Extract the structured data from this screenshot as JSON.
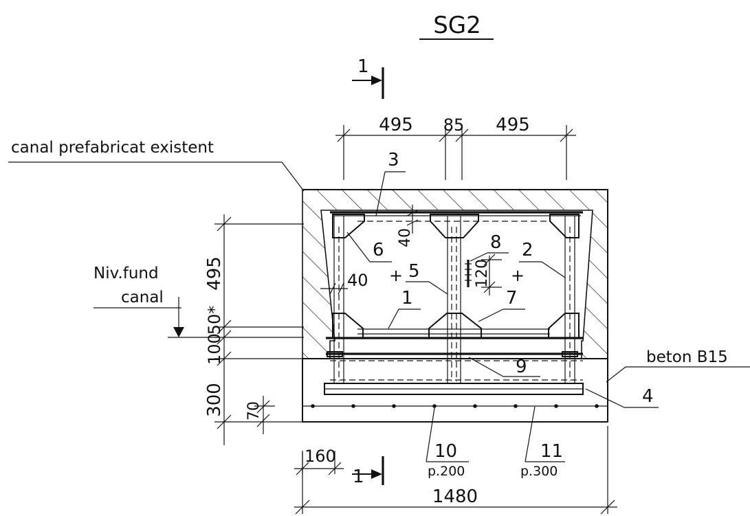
{
  "title": "SG2",
  "section_mark": {
    "number": "1"
  },
  "labels": {
    "existing_channel": "canal prefabricat existent",
    "channel_bottom_line1": "Niv.fund",
    "channel_bottom_line2": "canal",
    "concrete": "beton B15"
  },
  "dimensions": {
    "top_left": "495",
    "top_mid": "85",
    "top_right": "495",
    "left_height": "495",
    "left_gap": "50*",
    "left_100": "100",
    "left_300": "300",
    "left_70": "70",
    "inner_40_top": "40",
    "inner_40_left": "40",
    "inner_120": "120",
    "bottom_160": "160",
    "overall_width": "1480"
  },
  "positions": {
    "p1": "1",
    "p2": "2",
    "p3": "3",
    "p4": "4",
    "p5": "5",
    "p6": "6",
    "p7": "7",
    "p8": "8",
    "p9": "9",
    "p10": "10",
    "p11": "11"
  },
  "spacing": {
    "p10": "p.200",
    "p11": "p.300"
  }
}
